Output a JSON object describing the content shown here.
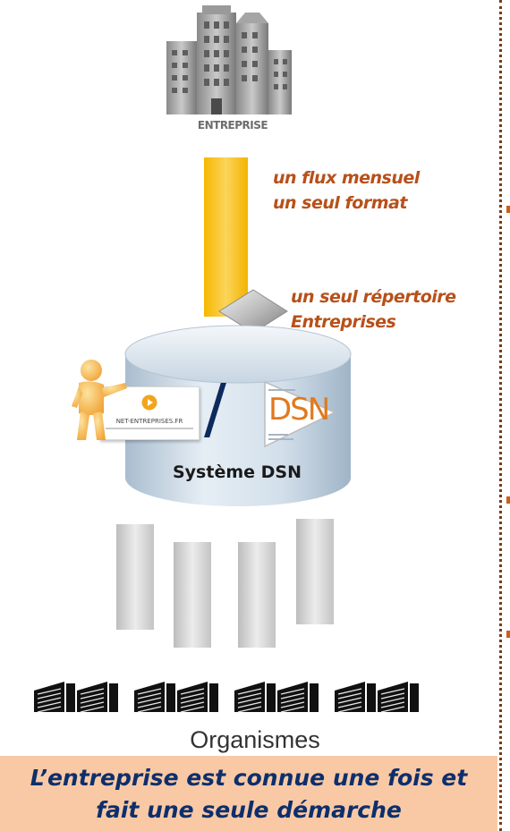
{
  "entreprise": {
    "label": "ENTREPRISE",
    "icon": "office-building-icon"
  },
  "flux": {
    "line1": "un flux mensuel",
    "line2": "un seul format"
  },
  "repertoire": {
    "line1": "un seul répertoire",
    "line2": "Entreprises"
  },
  "dsn_system": {
    "title": "Système DSN",
    "separator": "/",
    "net_entreprises_logo": "NET-ENTREPRISES.FR",
    "dsn_logo": "DSN"
  },
  "organismes": {
    "label": "Organismes",
    "count": 8
  },
  "banner": {
    "line1": "L’entreprise est connue une fois et",
    "line2": "fait une seule démarche"
  },
  "colors": {
    "accent_text": "#b8501a",
    "flow_bar": "#f7c21e",
    "banner_bg": "#f9c9a6",
    "banner_text": "#0d2f6b"
  }
}
